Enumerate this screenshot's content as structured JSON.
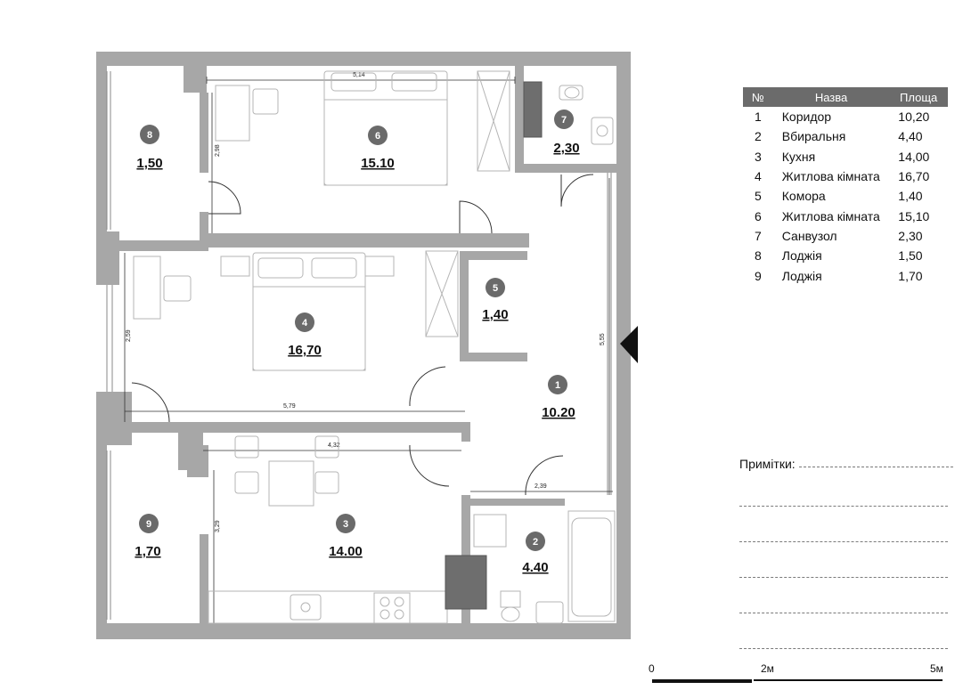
{
  "rooms": [
    {
      "number": "1",
      "area": "10.20"
    },
    {
      "number": "2",
      "area": "4.40"
    },
    {
      "number": "3",
      "area": "14.00"
    },
    {
      "number": "4",
      "area": "16,70"
    },
    {
      "number": "5",
      "area": "1,40"
    },
    {
      "number": "6",
      "area": "15.10"
    },
    {
      "number": "7",
      "area": "2,30"
    },
    {
      "number": "8",
      "area": "1,50"
    },
    {
      "number": "9",
      "area": "1,70"
    }
  ],
  "dimensions": {
    "bedroom_top_width": "5,14",
    "bedroom_top_height": "2,98",
    "bedroom_mid_height": "2,59",
    "hall_width": "5,79",
    "kitchen_width": "4,32",
    "kitchen_height": "3,29",
    "corridor_length": "5,55",
    "bathroom_width": "2,39"
  },
  "legend": {
    "headers": {
      "no": "№",
      "name": "Назва",
      "area": "Площа"
    },
    "rows": [
      {
        "no": "1",
        "name": "Коридор",
        "area": "10,20"
      },
      {
        "no": "2",
        "name": "Вбиральня",
        "area": "4,40"
      },
      {
        "no": "3",
        "name": "Кухня",
        "area": "14,00"
      },
      {
        "no": "4",
        "name": "Житлова кімната",
        "area": "16,70"
      },
      {
        "no": "5",
        "name": "Комора",
        "area": "1,40"
      },
      {
        "no": "6",
        "name": "Житлова кімната",
        "area": "15,10"
      },
      {
        "no": "7",
        "name": "Санвузол",
        "area": "2,30"
      },
      {
        "no": "8",
        "name": "Лоджія",
        "area": "1,50"
      },
      {
        "no": "9",
        "name": "Лоджія",
        "area": "1,70"
      }
    ]
  },
  "notes": {
    "label": "Примітки:"
  },
  "scale_bar": {
    "start": "0",
    "mid": "2м",
    "end": "5м"
  },
  "colors": {
    "wall": "#a7a7a7",
    "badge": "#6a6a6a",
    "header": "#6b6b6b",
    "furniture": "#b5b5b5"
  }
}
